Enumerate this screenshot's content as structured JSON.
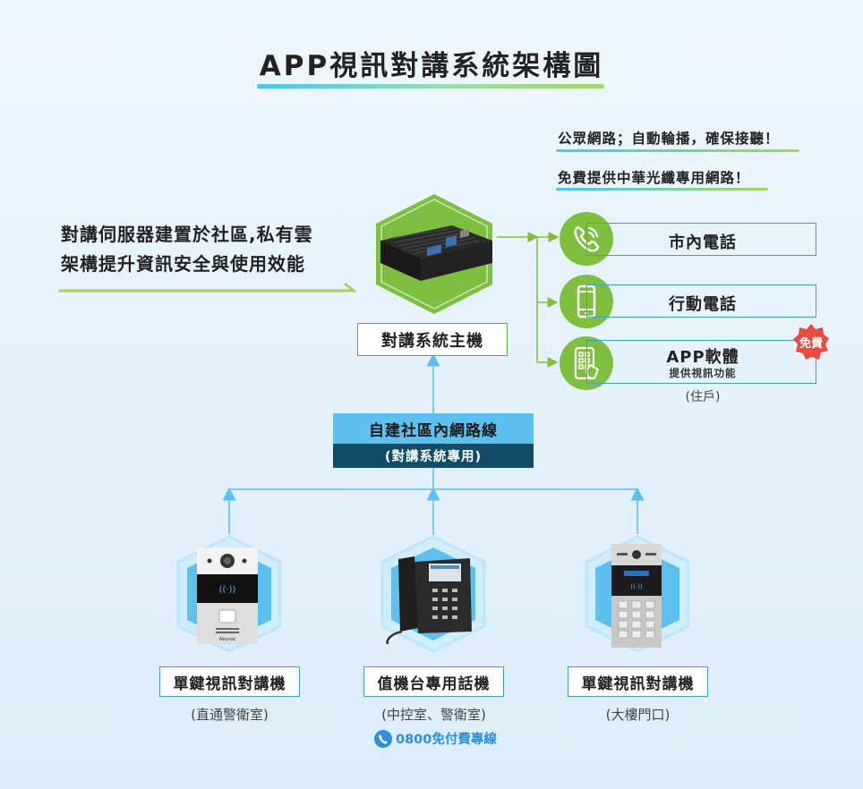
{
  "title": "APP視訊對講系統架構圖",
  "notes": [
    "公眾網路；自動輪播，確保接聽！",
    "免費提供中華光纖專用網路！"
  ],
  "left_text": [
    "對講伺服器建置於社區,私有雲",
    "架構提升資訊安全與使用效能"
  ],
  "host_label": "對講系統主機",
  "network": {
    "line1": "自建社區內網路線",
    "line2": "(對講系統專用)"
  },
  "receivers": [
    {
      "label": "市內電話",
      "icon": "phone-ring-icon"
    },
    {
      "label": "行動電話",
      "icon": "mobile-phone-icon"
    },
    {
      "label": "APP軟體",
      "sublabel": "提供視訊功能",
      "note": "(住戶)",
      "badge": "免費",
      "icon": "app-keypad-icon"
    }
  ],
  "devices": [
    {
      "label": "單鍵視訊對講機",
      "sub": "(直通警衛室)",
      "icon": "video-intercom-icon"
    },
    {
      "label": "值機台專用話機",
      "sub": "(中控室、警衛室)",
      "extra": "0800免付費專線",
      "icon": "desk-phone-icon"
    },
    {
      "label": "單鍵視訊對講機",
      "sub": "(大樓門口)",
      "icon": "keypad-intercom-icon"
    }
  ],
  "colors": {
    "green": "#7fbf3f",
    "blue": "#5ec0ee",
    "navy": "#124c66",
    "badge": "#e94b3c"
  }
}
